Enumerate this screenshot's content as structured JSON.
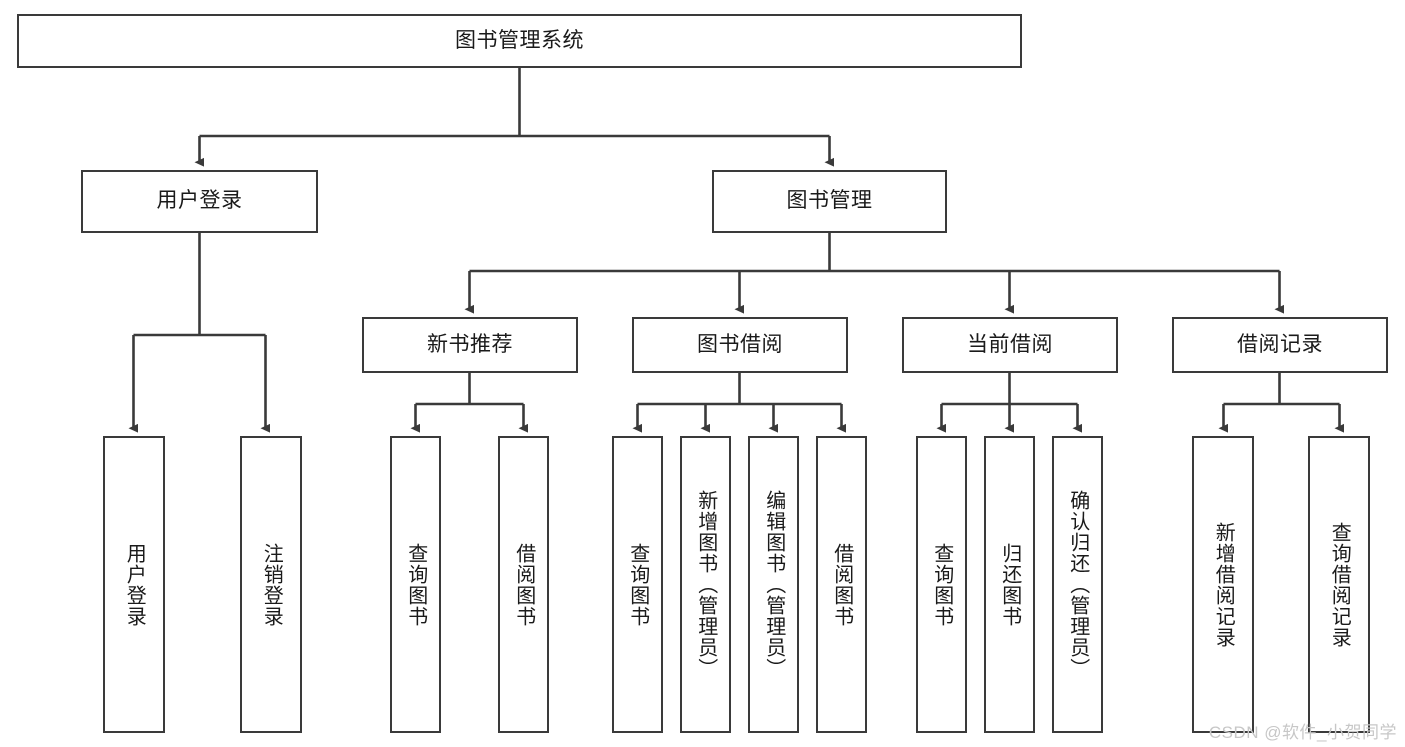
{
  "diagram": {
    "title": "图书管理系统",
    "type": "tree-hierarchy",
    "orientation": "top-down",
    "box_fill": "#ffffff",
    "box_stroke": "#3a3a3a",
    "connector_color": "#3a3a3a",
    "watermark": "CSDN @软件_小贺同学"
  },
  "root": {
    "label": "图书管理系统"
  },
  "level2": [
    {
      "label": "用户登录"
    },
    {
      "label": "图书管理"
    }
  ],
  "level3": [
    {
      "label": "新书推荐"
    },
    {
      "label": "图书借阅"
    },
    {
      "label": "当前借阅"
    },
    {
      "label": "借阅记录"
    }
  ],
  "leaves": {
    "user_login": [
      {
        "label": "用户登录"
      },
      {
        "label": "注销登录"
      }
    ],
    "new_book_recommend": [
      {
        "label": "查询图书"
      },
      {
        "label": "借阅图书"
      }
    ],
    "book_borrow": [
      {
        "label": "查询图书"
      },
      {
        "label": "新增图书（管理员）"
      },
      {
        "label": "编辑图书（管理员）"
      },
      {
        "label": "借阅图书"
      }
    ],
    "current_borrow": [
      {
        "label": "查询图书"
      },
      {
        "label": "归还图书"
      },
      {
        "label": "确认归还（管理员）"
      }
    ],
    "borrow_records": [
      {
        "label": "新增借阅记录"
      },
      {
        "label": "查询借阅记录"
      }
    ]
  },
  "tree_structure": {
    "图书管理系统": {
      "用户登录": [
        "用户登录",
        "注销登录"
      ],
      "图书管理": {
        "新书推荐": [
          "查询图书",
          "借阅图书"
        ],
        "图书借阅": [
          "查询图书",
          "新增图书（管理员）",
          "编辑图书（管理员）",
          "借阅图书"
        ],
        "当前借阅": [
          "查询图书",
          "归还图书",
          "确认归还（管理员）"
        ],
        "借阅记录": [
          "新增借阅记录",
          "查询借阅记录"
        ]
      }
    }
  }
}
